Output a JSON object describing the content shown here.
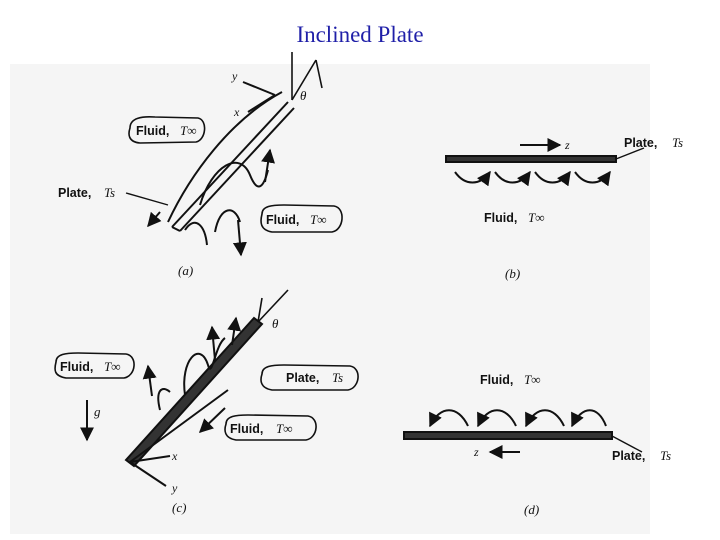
{
  "slide": {
    "title": "Inclined Plate"
  },
  "panels": {
    "a": {
      "caption": "(a)",
      "fluid_label": "Fluid,",
      "plate_label": "Plate,",
      "fluid_second": "Fluid,",
      "t_inf": "T∞",
      "t_s": "Ts",
      "axis_x": "x",
      "axis_y": "y",
      "angle": "θ"
    },
    "b": {
      "caption": "(b)",
      "plate_label": "Plate,",
      "fluid_label": "Fluid,",
      "t_inf": "T∞",
      "t_s": "Ts",
      "axis_z": "z"
    },
    "c": {
      "caption": "(c)",
      "fluid_label": "Fluid,",
      "plate_label": "Plate,",
      "fluid_second": "Fluid,",
      "t_inf": "T∞",
      "t_s": "Ts",
      "gravity": "g",
      "axis_x": "x",
      "axis_y": "y",
      "angle": "θ"
    },
    "d": {
      "caption": "(d)",
      "fluid_label": "Fluid,",
      "plate_label": "Plate,",
      "t_inf": "T∞",
      "t_s": "Ts",
      "axis_z": "z"
    }
  },
  "colors": {
    "title": "#1f1fa8",
    "ink": "#111111"
  }
}
